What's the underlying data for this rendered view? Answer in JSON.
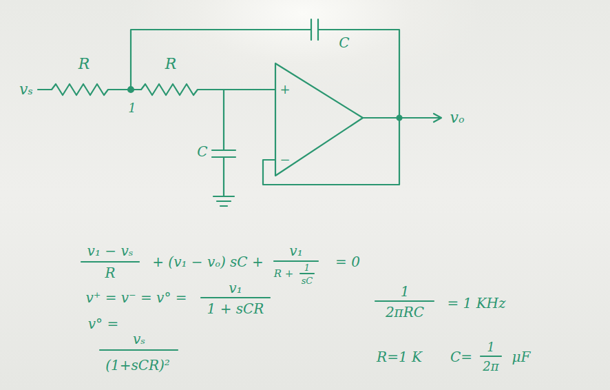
{
  "diagram": {
    "labels": [
      "vₛ",
      "R",
      "R",
      "1",
      "C",
      "C",
      "+",
      "−",
      "vₒ",
      "v₁ − vₛ",
      "R",
      "+ (v₁ − vₒ) sC +",
      "v₁",
      "R +",
      "1",
      "sC",
      "= 0",
      "v⁺ = v⁻ = v° =",
      "v₁",
      "1 + sCR",
      "v° =",
      "vₛ",
      "(1+sCR)²",
      "1",
      "2πRC",
      "= 1 KHz",
      "R=1 K",
      "C=",
      "1",
      "2π",
      "μF"
    ]
  }
}
